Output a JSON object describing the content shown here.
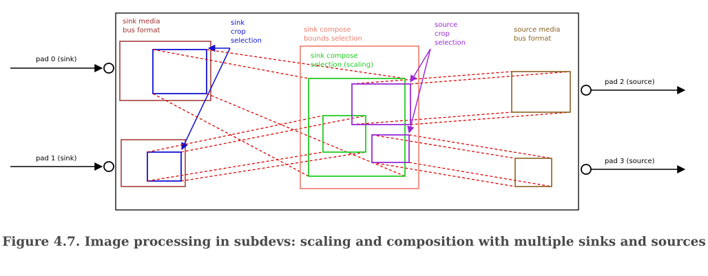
{
  "labels": {
    "pad0": "pad 0 (sink)",
    "pad1": "pad 1 (sink)",
    "pad2": "pad 2 (source)",
    "pad3": "pad 3 (source)",
    "sink_media_1": "sink media",
    "sink_media_2": "bus format",
    "sink_crop_1": "sink",
    "sink_crop_2": "crop",
    "sink_crop_3": "selection",
    "compose_bounds_1": "sink compose",
    "compose_bounds_2": "bounds selection",
    "compose_sel_1": "sink compose",
    "compose_sel_2": "selection (scaling)",
    "source_crop_1": "source",
    "source_crop_2": "crop",
    "source_crop_3": "selection",
    "source_media_1": "source media",
    "source_media_2": "bus format"
  },
  "colors": {
    "sink_media": "#a0302f",
    "sink_crop": "#1010d0",
    "compose_bounds": "#f07a6a",
    "compose_sel": "#22cc22",
    "source_crop": "#9a2ad8",
    "source_media": "#8a6020",
    "link": "#dd0000",
    "frame": "#000000"
  },
  "caption": "Figure 4.7. Image processing in subdevs: scaling and composition with multiple sinks and sources"
}
